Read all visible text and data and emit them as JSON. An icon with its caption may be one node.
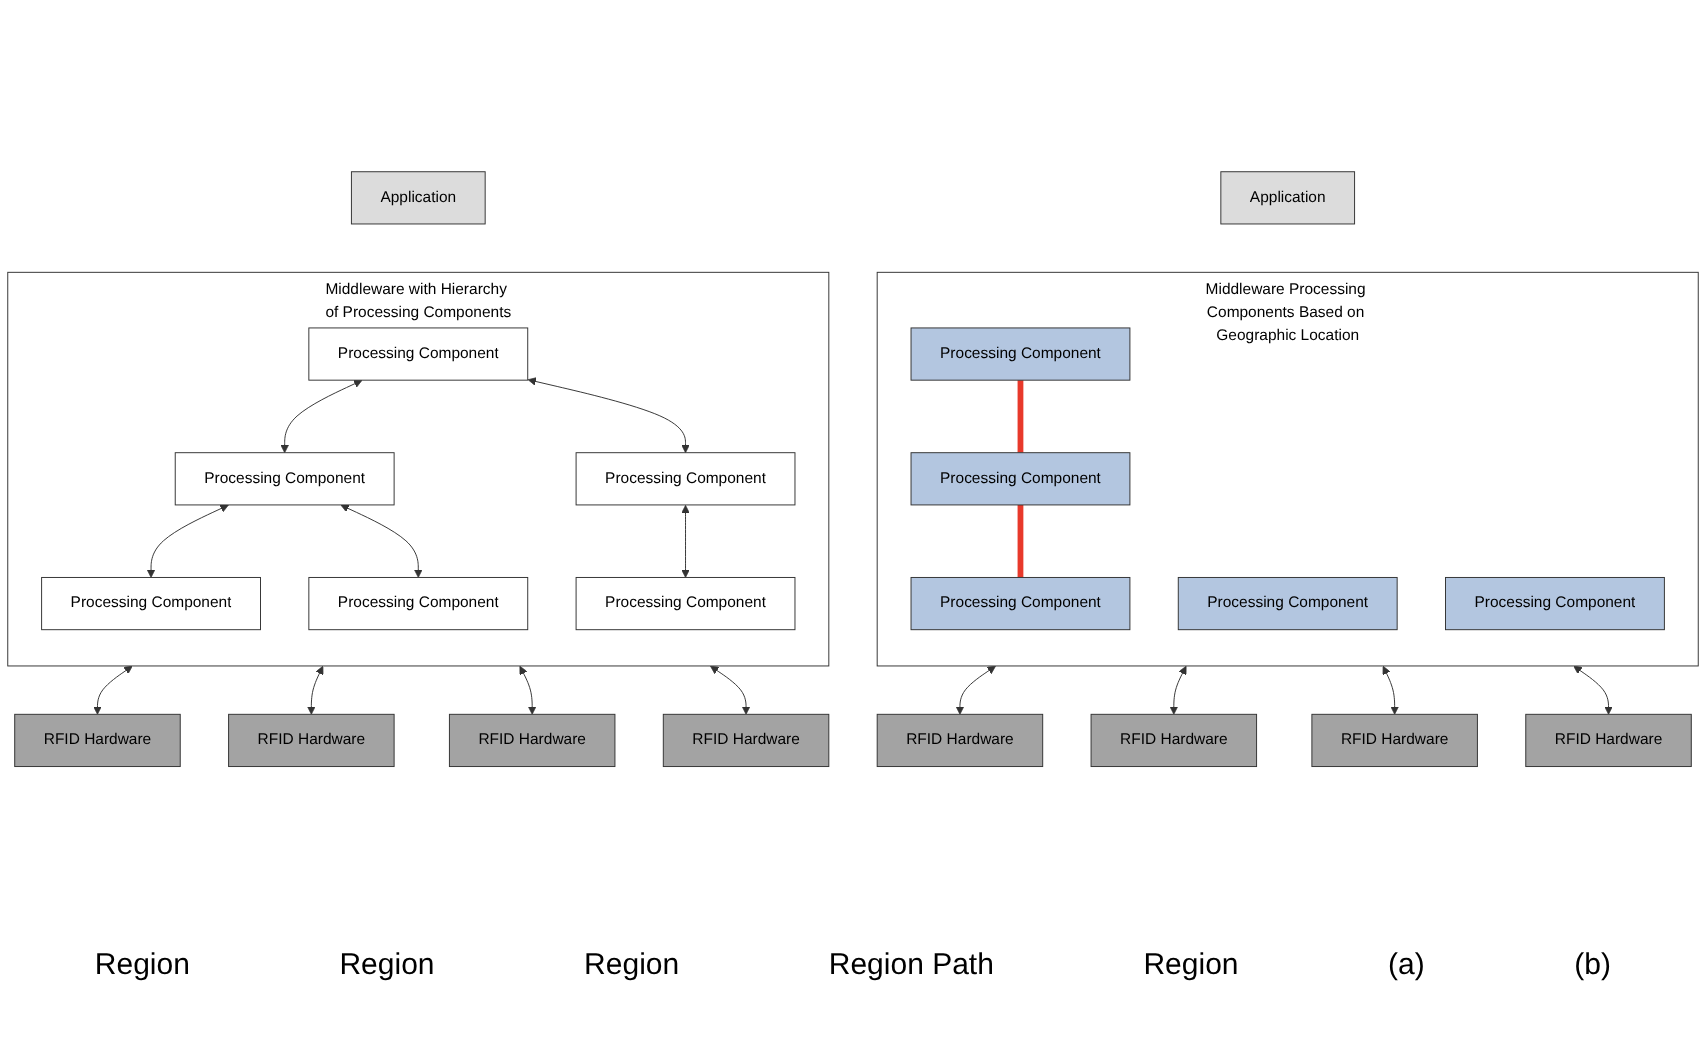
{
  "diagram": {
    "nodes": [
      {
        "text": [
          "Application"
        ]
      },
      {
        "text": [
          "Middleware with Hierarchy of Processing Components"
        ]
      },
      {
        "text": [
          "Processing Component"
        ],
        "in": 1
      },
      {
        "text": [
          "Processing Component"
        ],
        "in": 1
      },
      {
        "text": [
          "Processing Component"
        ],
        "in": 1
      },
      {
        "text": [
          "Processing Component"
        ],
        "in": 1
      },
      {
        "text": [
          "Processing Component"
        ],
        "in": 1
      },
      {
        "text": [
          "Processing Component"
        ],
        "in": 1
      },
      {
        "text": [
          "RFID Hardware"
        ]
      },
      {
        "text": [
          "RFID Hardware"
        ]
      },
      {
        "text": [
          "RFID Hardware"
        ]
      },
      {
        "text": [
          "RFID Hardware"
        ]
      },
      {
        "text": [
          "Application"
        ]
      },
      {
        "text": [
          "Middleware Processing Components Based on Geographic Location"
        ]
      },
      {
        "text": [
          "Processing Component"
        ],
        "in": 13
      },
      {
        "text": [
          "Processing Component"
        ],
        "in": 13
      },
      {
        "text": [
          "Processing Component"
        ],
        "in": 13
      },
      {
        "text": [
          "Processing Component"
        ],
        "in": 13
      },
      {
        "text": [
          "Processing Component"
        ],
        "in": 13
      },
      {
        "text": [
          "RFID Hardware"
        ]
      },
      {
        "text": [
          "RFID Hardware"
        ]
      },
      {
        "text": [
          "RFID Hardware"
        ]
      },
      {
        "text": [
          "RFID Hardware"
        ]
      }
    ],
    "edges": [
      {
        "from": 2,
        "to": 3,
        "arrow": "both"
      },
      {
        "from": 2,
        "to": 4,
        "arrow": "both"
      },
      {
        "from": 3,
        "to": 5,
        "arrow": "both"
      },
      {
        "from": 3,
        "to": 6,
        "arrow": "both"
      },
      {
        "from": 4,
        "to": 7,
        "arrow": "both"
      },
      {
        "from": 1,
        "to": 8,
        "arrow": "both"
      },
      {
        "from": 1,
        "to": 9,
        "arrow": "both"
      },
      {
        "from": 1,
        "to": 10,
        "arrow": "both"
      },
      {
        "from": 1,
        "to": 11,
        "arrow": "both"
      },
      {
        "from": 14,
        "to": 16,
        "arrow": "none",
        "style": "thick",
        "color": "#e8392b"
      },
      {
        "from": 16,
        "to": 18,
        "arrow": "none",
        "style": "thick",
        "color": "#e8392b"
      },
      {
        "from": 13,
        "to": 19,
        "arrow": "both"
      },
      {
        "from": 13,
        "to": 20,
        "arrow": "both"
      },
      {
        "from": 13,
        "to": 21,
        "arrow": "both"
      },
      {
        "from": 13,
        "to": 22,
        "arrow": "both"
      }
    ],
    "labels": [
      "Region",
      "Region",
      "Region",
      "Region Path",
      "Region",
      "(a)",
      "(b)"
    ]
  }
}
